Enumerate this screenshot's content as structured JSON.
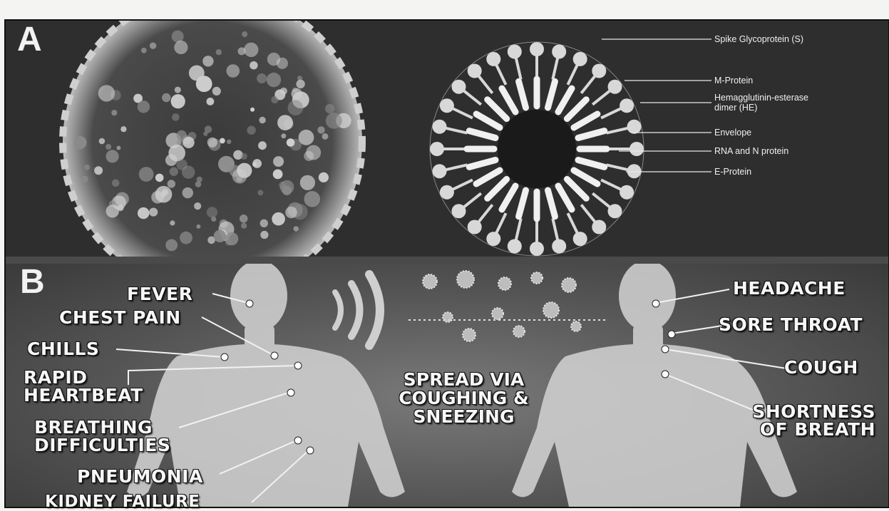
{
  "panel_a": {
    "letter": "A",
    "labels": [
      "Spike Glycoprotein (S)",
      "M-Protein",
      "Hemagglutinin-esterase\ndimer (HE)",
      "Envelope",
      "RNA and N protein",
      "E-Protein"
    ]
  },
  "panel_b": {
    "letter": "B",
    "left_symptoms": [
      "FEVER",
      "CHEST PAIN",
      "CHILLS",
      "RAPID\nHEARTBEAT",
      "BREATHING\nDIFFICULTIES",
      "PNEUMONIA",
      "KIDNEY FAILURE"
    ],
    "center_text": "SPREAD VIA\nCOUGHING &\nSNEEZING",
    "right_symptoms": [
      "HEADACHE",
      "SORE THROAT",
      "COUGH",
      "SHORTNESS\nOF BREATH"
    ]
  },
  "colors": {
    "panel_a_bg": "#2e2e2e",
    "panel_b_bg": "#5a5a5a",
    "label_text": "#f5f5f5",
    "virus_particle": "#d8d8d8",
    "body_silhouette": "#cfcfcf"
  }
}
